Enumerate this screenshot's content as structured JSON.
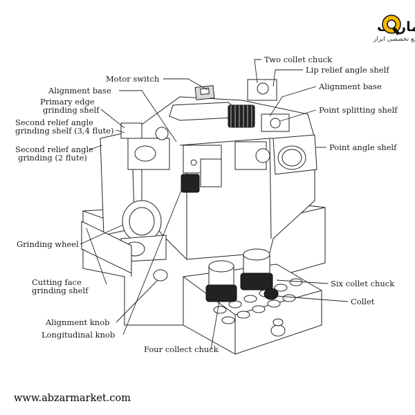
{
  "logo": {
    "name_fa": "ابزارمارکت",
    "tagline_fa": "مرجع تخصصی ابزار",
    "accent_color": "#f5b800"
  },
  "website": "www.abzarmarket.com",
  "labels": {
    "two_collet_chuck": "Two collet chuck",
    "lip_relief_angle_shelf": "Lip relief angle shelf",
    "alignment_base_right": "Alignment base",
    "point_splitting_shelf": "Point splitting shelf",
    "point_angle_shelf": "Point angle shelf",
    "motor_switch": "Motor switch",
    "alignment_base_left": "Alignment base",
    "primary_edge_line1": "Primary edge",
    "primary_edge_line2": "grinding shelf",
    "second_relief_34_line1": "Second relief angle",
    "second_relief_34_line2": "grinding shelf (3,4 flute)",
    "second_relief_2_line1": "Second relief angle",
    "second_relief_2_line2": "grinding (2 flute)",
    "grinding_wheel": "Grinding wheel",
    "cutting_face_line1": "Cutting face",
    "cutting_face_line2": "grinding shelf",
    "alignment_knob": "Alignment  knob",
    "longitudinal_knob": "Longitudinal knob",
    "four_collect_chuck": "Four collect chuck",
    "six_collet_chuck": "Six collet chuck",
    "collet": "Collet"
  }
}
